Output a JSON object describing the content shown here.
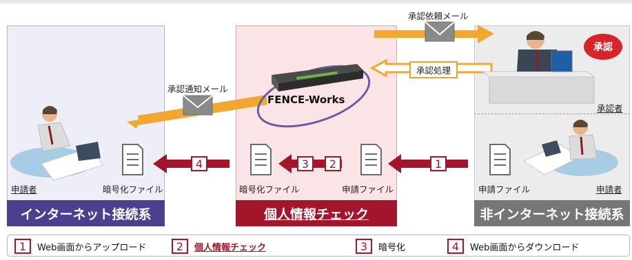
{
  "zones": {
    "internet": "インターネット接続系",
    "personal_check": "個人情報チェック",
    "non_internet": "非インターネット接続系"
  },
  "labels": {
    "applicant_left": "申請者",
    "encrypted_file_left": "暗号化ファイル",
    "encrypted_file_mid": "暗号化ファイル",
    "application_file_mid": "申請ファイル",
    "application_file_right": "申請ファイル",
    "applicant_right": "申請者",
    "approver": "承認者",
    "approval_request_mail": "承認依頼メール",
    "approval_process": "承認処理",
    "approval_notice_mail": "承認通知メール",
    "fence_works": "FENCE-Works",
    "approve_badge": "承認"
  },
  "steps": {
    "step1": "1",
    "step2": "2",
    "step3": "3",
    "step4": "4"
  },
  "legend": [
    {
      "num": "1",
      "label": "Web画面からアップロード"
    },
    {
      "num": "2",
      "label": "個人情報チェック"
    },
    {
      "num": "3",
      "label": "暗号化"
    },
    {
      "num": "4",
      "label": "Web画面からダウンロード"
    }
  ],
  "colors": {
    "internet_panel": "#eeeef9",
    "internet_bar": "#4b3f8f",
    "check_panel": "#fbe4e6",
    "check_bar": "#a3152a",
    "non_internet_panel": "#ececec",
    "non_internet_bar": "#767676",
    "step_arrow": "#a3152a",
    "mail_arrow": "#f0a830"
  }
}
